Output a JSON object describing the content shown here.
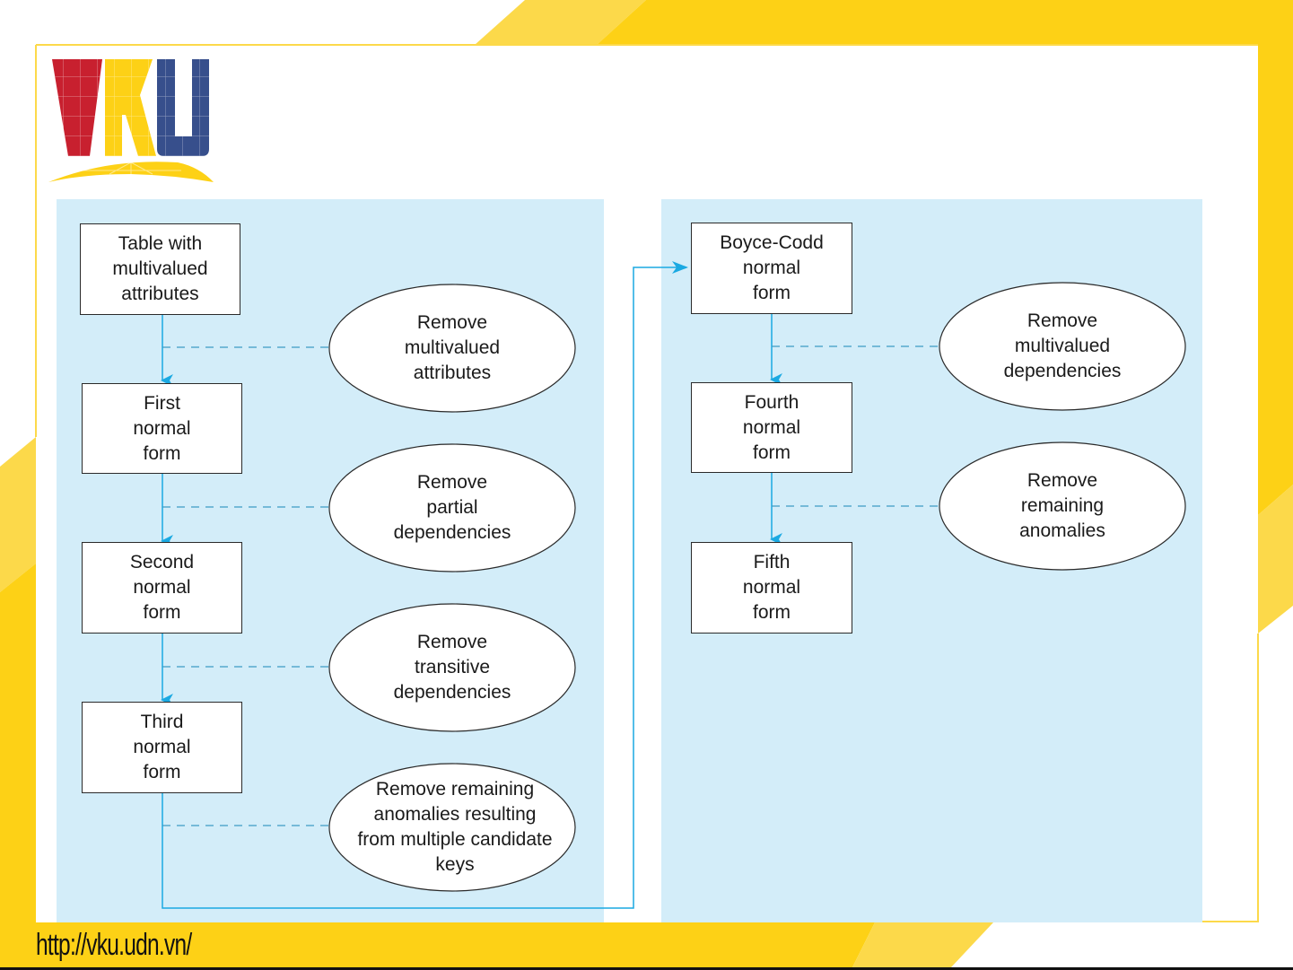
{
  "slide": {
    "logo": {
      "letters": [
        "V",
        "K",
        "U"
      ],
      "colors": {
        "v": "#c8202f",
        "k": "#fdd116",
        "u": "#374f8c",
        "arc": "#fdd116"
      }
    },
    "footer_url": "http://vku.udn.vn/",
    "theme_colors": {
      "yellow_dark": "#fdd116",
      "yellow_light": "#fcd94a",
      "panel": "#d3edf9",
      "arrow": "#1aa9e2"
    }
  },
  "diagram": {
    "left_column": {
      "states": [
        {
          "id": "unnormalized",
          "lines": [
            "Table with",
            "multivalued",
            "attributes"
          ]
        },
        {
          "id": "1nf",
          "lines": [
            "First",
            "normal",
            "form"
          ]
        },
        {
          "id": "2nf",
          "lines": [
            "Second",
            "normal",
            "form"
          ]
        },
        {
          "id": "3nf",
          "lines": [
            "Third",
            "normal",
            "form"
          ]
        }
      ],
      "steps": [
        {
          "id": "step-1",
          "lines": [
            "Remove",
            "multivalued",
            "attributes"
          ]
        },
        {
          "id": "step-2",
          "lines": [
            "Remove",
            "partial",
            "dependencies"
          ]
        },
        {
          "id": "step-3",
          "lines": [
            "Remove",
            "transitive",
            "dependencies"
          ]
        },
        {
          "id": "step-4",
          "lines": [
            "Remove remaining",
            "anomalies resulting",
            "from multiple candidate",
            "keys"
          ]
        }
      ]
    },
    "right_column": {
      "states": [
        {
          "id": "bcnf",
          "lines": [
            "Boyce-Codd",
            "normal",
            "form"
          ]
        },
        {
          "id": "4nf",
          "lines": [
            "Fourth",
            "normal",
            "form"
          ]
        },
        {
          "id": "5nf",
          "lines": [
            "Fifth",
            "normal",
            "form"
          ]
        }
      ],
      "steps": [
        {
          "id": "step-5",
          "lines": [
            "Remove",
            "multivalued",
            "dependencies"
          ]
        },
        {
          "id": "step-6",
          "lines": [
            "Remove",
            "remaining",
            "anomalies"
          ]
        }
      ]
    }
  }
}
